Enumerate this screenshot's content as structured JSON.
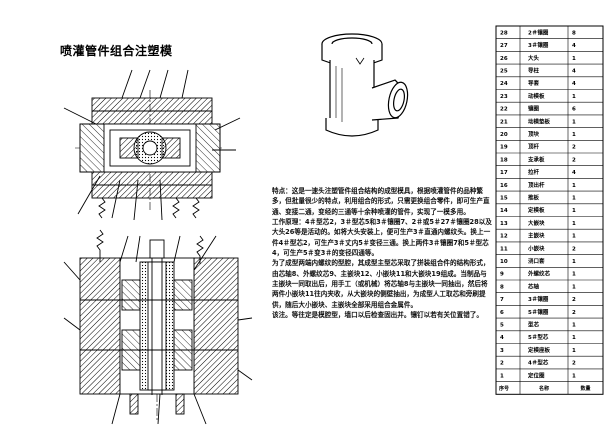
{
  "title": "喷灌管件组合注塑模",
  "description": {
    "paragraphs": [
      "特点：这是一速头注塑管件组合结构的成型模具，根据喷灌管件的品种繁多，但批量很少的特点，利用组合的形式，只需更换组合零件，即可生产直通、变接二通，变经的三通等十余种喷灌的管件，实现了一模多用。",
      "工作原理：4＃型芯2，3＃型芯5和3＃镶圈7、2＃或5＃27＃镶圈28以及大头26等是活动的。如将大头安装上，便可生产3＃直通内螺纹头。换上一件4＃型芯2，可生产3＃丈内5＃变径三通。换上两件3＃镶圈7和5＃型芯4，可生产5＃变3＃的变径四通等。",
      "为了成型两端内螺纹的型腔，其成型主型芯采取了拼装组合件的结构形式，由芯轴8、外螺纹芯9、主嵌块12、小嵌块11和大嵌块19组成。当制品与主嵌块一同取出后，用手工（或机械）将芯轴8与主嵌块一同抽出，然后将两件小嵌块11往内夹收，从大嵌块的侧壁抽出，为成型人工取芯和旁刷提供，随后大小嵌块、主嵌块全部采用组合金属件。",
      "该注。等往定是模腔型，墙口以后检查固出并。镶钉以若有关位置错了。"
    ]
  },
  "parts_list": {
    "header": {
      "no": "序号",
      "name": "名称",
      "qty": "数量"
    },
    "rows": [
      {
        "no": "28",
        "name": "2＃镶圈",
        "qty": "8"
      },
      {
        "no": "27",
        "name": "3＃镶圈",
        "qty": "4"
      },
      {
        "no": "26",
        "name": "大头",
        "qty": "1"
      },
      {
        "no": "25",
        "name": "导柱",
        "qty": "4"
      },
      {
        "no": "24",
        "name": "导套",
        "qty": "4"
      },
      {
        "no": "23",
        "name": "动模板",
        "qty": "1"
      },
      {
        "no": "22",
        "name": "镶圈",
        "qty": "6"
      },
      {
        "no": "21",
        "name": "动模垫板",
        "qty": "1"
      },
      {
        "no": "20",
        "name": "顶块",
        "qty": "1"
      },
      {
        "no": "19",
        "name": "顶杆",
        "qty": "2"
      },
      {
        "no": "18",
        "name": "支承板",
        "qty": "2"
      },
      {
        "no": "17",
        "name": "拉杆",
        "qty": "4"
      },
      {
        "no": "16",
        "name": "顶出杆",
        "qty": "1"
      },
      {
        "no": "15",
        "name": "推板",
        "qty": "1"
      },
      {
        "no": "14",
        "name": "定模板",
        "qty": "1"
      },
      {
        "no": "13",
        "name": "大嵌块",
        "qty": "1"
      },
      {
        "no": "12",
        "name": "主嵌块",
        "qty": "1"
      },
      {
        "no": "11",
        "name": "小嵌块",
        "qty": "2"
      },
      {
        "no": "10",
        "name": "浇口套",
        "qty": "1"
      },
      {
        "no": "9",
        "name": "外螺纹芯",
        "qty": "1"
      },
      {
        "no": "8",
        "name": "芯轴",
        "qty": "1"
      },
      {
        "no": "7",
        "name": "3＃镶圈",
        "qty": "2"
      },
      {
        "no": "6",
        "name": "5＃镶圈",
        "qty": "2"
      },
      {
        "no": "5",
        "name": "型芯",
        "qty": "1"
      },
      {
        "no": "4",
        "name": "5＃型芯",
        "qty": "1"
      },
      {
        "no": "3",
        "name": "定模座板",
        "qty": "1"
      },
      {
        "no": "2",
        "name": "4＃型芯",
        "qty": "2"
      },
      {
        "no": "1",
        "name": "定位圈",
        "qty": "1"
      }
    ]
  },
  "colors": {
    "line": "#000000",
    "paper": "#ffffff",
    "hatch": "#000000"
  }
}
